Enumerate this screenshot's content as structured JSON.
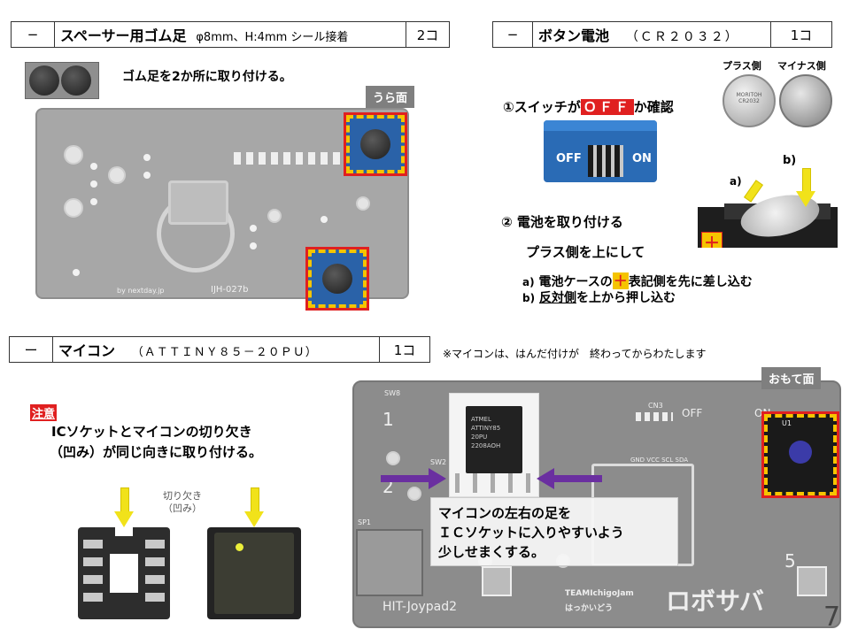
{
  "rows": {
    "spacer": {
      "dash": "−",
      "name": "スペーサー用ゴム足",
      "spec": "φ8mm、H:4mm シール接着",
      "qty": "2コ"
    },
    "battery": {
      "dash": "−",
      "name": "ボタン電池",
      "spec": "（ＣＲ２０３２）",
      "qty": "1コ"
    },
    "mcu": {
      "dash": "ー",
      "name": "マイコン",
      "spec": "（ＡＴＴＩＮＹ８５－２０ＰＵ）",
      "qty": "1コ"
    }
  },
  "spacer_section": {
    "instruction": "ゴム足を2か所に取り付ける。",
    "tag": "うら面",
    "board_text": [
      "by nextday.jp",
      "IJH-027b"
    ]
  },
  "battery_section": {
    "label_plus": "プラス側",
    "label_minus": "マイナス側",
    "coin_text": "MORITOH CR2032",
    "step1_pre": "①スイッチが",
    "step1_off": "ＯＦＦ",
    "step1_post": "か確認",
    "switch_labels": [
      "OFF",
      "ON"
    ],
    "step2": "② 電池を取り付ける",
    "plus_side": "プラス側を上にして",
    "a_prefix": "a)",
    "a_text_1": "電池ケースの",
    "a_plus": "＋",
    "a_text_2": "表記側を先に差し込む",
    "b_prefix": "b)",
    "b_underlined": "反対側",
    "b_text": "を上から押し込む",
    "photo_a": "a)",
    "photo_b": "b)",
    "photo_plus": "＋"
  },
  "mcu_section": {
    "note_top": "※マイコンは、はんだ付けが　終わってからわたします",
    "caution_tag": "注意",
    "caution_line1": "ICソケットとマイコンの切り欠き",
    "caution_line2": "（凹み）が同じ向きに取り付ける。",
    "notch_label_1": "切り欠き",
    "notch_label_2": "（凹み）",
    "chip_text": "ATMEL ATTINY85 20PU 2208AOH",
    "front_tag": "おもて面",
    "callout_line1": "マイコンの左右の足を",
    "callout_line2": "ＩＣソケットに入りやすいよう",
    "callout_line3": "少しせまくする。",
    "board_labels": {
      "sw8": "SW8",
      "cn3": "CN3",
      "off": "OFF",
      "on": "ON",
      "u1": "U1",
      "pins": "GND VCC SCL SDA",
      "sp1": "SP1",
      "sw2": "SW2",
      "n1": "1",
      "n2": "2",
      "n5": "5",
      "team": "TEAMIchigoJam",
      "team2": "はっかいどう",
      "logo": "ロボサバ",
      "name": "HIT-Joypad2"
    }
  },
  "page_number": "7",
  "colors": {
    "accent_red": "#e02020",
    "accent_yellow": "#f5c400",
    "tag_gray": "#7f7f7f",
    "purple": "#6a2fa0",
    "pcb_blue": "#2a62a8"
  }
}
